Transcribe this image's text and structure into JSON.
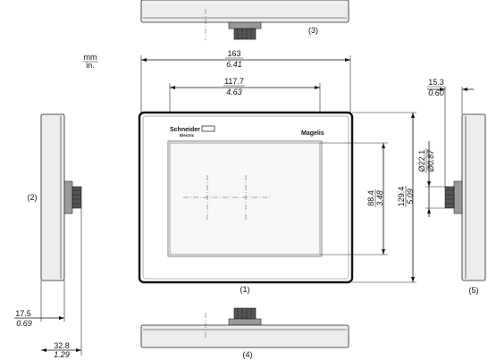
{
  "units": {
    "top": "mm",
    "bottom": "in."
  },
  "labels": {
    "top_view": "(3)",
    "side_left": "(2)",
    "front": "(1)",
    "side_right": "(5)",
    "bottom_view": "(4)"
  },
  "dimensions": {
    "overall_width_mm": "163",
    "overall_width_in": "6.41",
    "screen_width_mm": "117.7",
    "screen_width_in": "4.63",
    "screen_height_mm": "88.4",
    "screen_height_in": "3.48",
    "overall_height_mm": "129.4",
    "overall_height_in": "5.09",
    "depth_mm": "15.3",
    "depth_in": "0.60",
    "connector_dia_mm": "Ø22.1",
    "connector_dia_in": "Ø0.87",
    "offset_mm": "17.5",
    "offset_in": "0.69",
    "total_depth_mm": "32.8",
    "total_depth_in": "1.29"
  },
  "brand": {
    "logo_main": "Schneider",
    "logo_sub": "Electric",
    "model": "Magelis"
  }
}
